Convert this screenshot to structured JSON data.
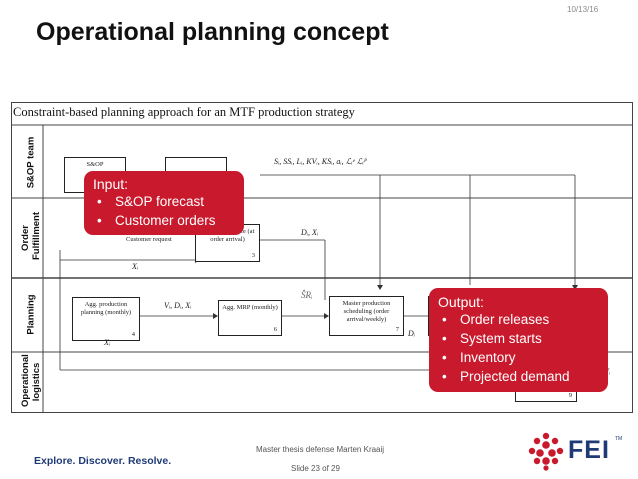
{
  "header": {
    "date": "10/13/16",
    "title": "Operational planning concept"
  },
  "diagram": {
    "caption": "Constraint-based planning approach for an MTF production strategy",
    "lanes": [
      "S&OP team",
      "Order Fulfillment",
      "Planning",
      "Operational logistics"
    ],
    "boxes": {
      "sop": {
        "label": "S&OP",
        "num": ""
      },
      "order_acceptance": {
        "label": "Order acceptance (at order arrival)",
        "num": "3"
      },
      "agg_production": {
        "label": "Agg. production planning (monthly)",
        "num": "4"
      },
      "agg_mrp": {
        "label": "Agg. MRP (monthly)",
        "num": "6"
      },
      "master_production": {
        "label": "Master production scheduling (order arrival/weekly)",
        "num": "7"
      },
      "logistics": {
        "label": "",
        "num": "9"
      }
    },
    "notes": {
      "sop_params": "Sᵢ, SSᵢ, Lᵢ, KVᵢ, KSᵢ, aᵢ, ℒᵢᵉ ℒᵢᴾ",
      "customer_request": "Customer request",
      "d_x": "Dᵢ, Xᵢ",
      "x_orders": "Xᵢ",
      "v_d_x": "Vᵢ, Dᵢ, Xᵢ",
      "x_agg": "Xᵢ",
      "sr": "ŜRᵢ",
      "d_master": "Dᵢ",
      "v_right": "Vᵢ"
    }
  },
  "callouts": {
    "input": {
      "heading": "Input:",
      "items": [
        "S&OP forecast",
        "Customer orders"
      ]
    },
    "output": {
      "heading": "Output:",
      "items": [
        "Order releases",
        "System starts",
        "Inventory",
        "Projected demand"
      ]
    }
  },
  "footer": {
    "presenter": "Master thesis defense Marten Kraaij",
    "slide": "Slide 23 of 29",
    "tagline": "Explore. Discover. Resolve.",
    "logo": "FEI",
    "trademark": "TM"
  },
  "colors": {
    "accent": "#c8192d",
    "brand": "#1f3b77"
  }
}
